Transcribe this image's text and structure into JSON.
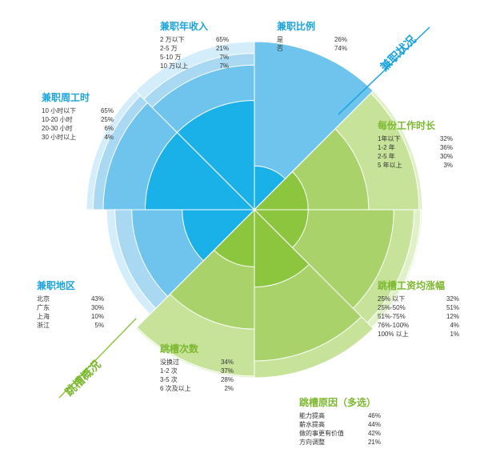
{
  "colors": {
    "blue_dark": "#1AB0E8",
    "blue_mid": "#6EC4EC",
    "blue_light": "#A8D8F2",
    "blue_pale": "#D4EDFA",
    "blue_faint": "#EAF6FD",
    "green_dark": "#8CC63F",
    "green_mid": "#A9D36A",
    "green_light": "#C7E39A",
    "green_pale": "#E0F0C8",
    "green_faint": "#EFF8E3",
    "title_blue": "#1AA3DC",
    "title_green": "#7CB82F",
    "divider_blue": "#1AA3DC",
    "divider_green": "#8CC63F"
  },
  "section_labels": {
    "top_right": "兼职状况",
    "bottom_left": "跳槽概况"
  },
  "chart_data": {
    "type": "polar-area",
    "segments": [
      {
        "title": "兼职比例",
        "theme": "blue",
        "items": [
          {
            "label": "是",
            "value": 26,
            "display": "26%"
          },
          {
            "label": "否",
            "value": 74,
            "display": "74%"
          }
        ]
      },
      {
        "title": "每份工作时长",
        "theme": "green",
        "items": [
          {
            "label": "1年以下",
            "value": 32,
            "display": "32%"
          },
          {
            "label": "1-2 年",
            "value": 36,
            "display": "36%"
          },
          {
            "label": "2-5 年",
            "value": 30,
            "display": "30%"
          },
          {
            "label": "5 年以上",
            "value": 3,
            "display": "3%"
          }
        ]
      },
      {
        "title": "跳槽工资均涨幅",
        "theme": "green",
        "items": [
          {
            "label": "25% 以下",
            "value": 32,
            "display": "32%"
          },
          {
            "label": "25%-50%",
            "value": 51,
            "display": "51%"
          },
          {
            "label": "51%-75%",
            "value": 12,
            "display": "12%"
          },
          {
            "label": "76%-100%",
            "value": 4,
            "display": "4%"
          },
          {
            "label": "100% 以上",
            "value": 1,
            "display": "1%"
          }
        ]
      },
      {
        "title": "跳槽原因（多选）",
        "theme": "green",
        "items": [
          {
            "label": "能力提高",
            "value": 46,
            "display": "46%"
          },
          {
            "label": "薪水提高",
            "value": 44,
            "display": "44%"
          },
          {
            "label": "做的事更有价值",
            "value": 42,
            "display": "42%"
          },
          {
            "label": "方向调整",
            "value": 21,
            "display": "21%"
          }
        ]
      },
      {
        "title": "跳槽次数",
        "theme": "green",
        "items": [
          {
            "label": "没换过",
            "value": 34,
            "display": "34%"
          },
          {
            "label": "1-2 次",
            "value": 37,
            "display": "37%"
          },
          {
            "label": "3-5 次",
            "value": 28,
            "display": "28%"
          },
          {
            "label": "6 次及以上",
            "value": 2,
            "display": "2%"
          }
        ]
      },
      {
        "title": "兼职地区",
        "theme": "blue",
        "items": [
          {
            "label": "北京",
            "value": 43,
            "display": "43%"
          },
          {
            "label": "广东",
            "value": 30,
            "display": "30%"
          },
          {
            "label": "上海",
            "value": 10,
            "display": "10%"
          },
          {
            "label": "浙江",
            "value": 5,
            "display": "5%"
          }
        ]
      },
      {
        "title": "兼职周工时",
        "theme": "blue",
        "items": [
          {
            "label": "10 小时以下",
            "value": 65,
            "display": "65%"
          },
          {
            "label": "10-20 小时",
            "value": 25,
            "display": "25%"
          },
          {
            "label": "20-30 小时",
            "value": 6,
            "display": "6%"
          },
          {
            "label": "30 小时以上",
            "value": 4,
            "display": "4%"
          }
        ]
      },
      {
        "title": "兼职年收入",
        "theme": "blue",
        "items": [
          {
            "label": "2 万以下",
            "value": 65,
            "display": "65%"
          },
          {
            "label": "2-5 万",
            "value": 21,
            "display": "21%"
          },
          {
            "label": "5-10 万",
            "value": 7,
            "display": "7%"
          },
          {
            "label": "10 万以上",
            "value": 7,
            "display": "7%"
          }
        ]
      }
    ]
  }
}
